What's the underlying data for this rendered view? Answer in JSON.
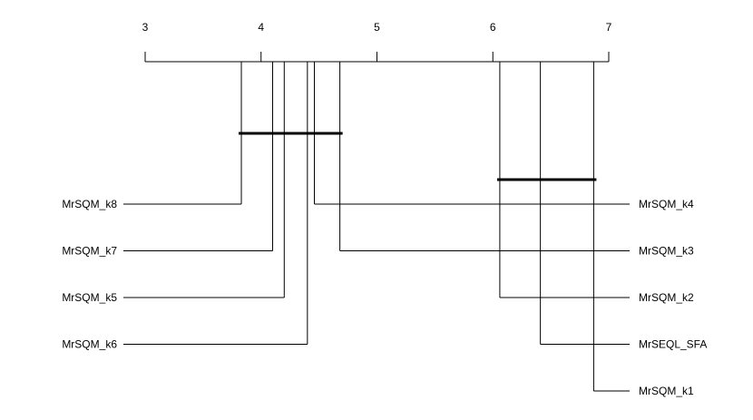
{
  "chart_data": {
    "type": "critical-difference",
    "title": "",
    "axis": {
      "min": 3,
      "max": 7,
      "ticks": [
        3,
        4,
        5,
        6,
        7
      ],
      "tick_labels": [
        "3",
        "4",
        "5",
        "6",
        "7"
      ],
      "grid": false
    },
    "methods": [
      {
        "name": "MrSQM_k8",
        "rank": 3.83,
        "side": "left"
      },
      {
        "name": "MrSQM_k7",
        "rank": 4.1,
        "side": "left"
      },
      {
        "name": "MrSQM_k5",
        "rank": 4.2,
        "side": "left"
      },
      {
        "name": "MrSQM_k6",
        "rank": 4.4,
        "side": "left"
      },
      {
        "name": "MrSQM_k4",
        "rank": 4.46,
        "side": "right"
      },
      {
        "name": "MrSQM_k3",
        "rank": 4.68,
        "side": "right"
      },
      {
        "name": "MrSQM_k2",
        "rank": 6.06,
        "side": "right"
      },
      {
        "name": "MrSEQL_SFA",
        "rank": 6.41,
        "side": "right"
      },
      {
        "name": "MrSQM_k1",
        "rank": 6.87,
        "side": "right"
      }
    ],
    "cliques": [
      {
        "from": 3.83,
        "to": 4.68
      },
      {
        "from": 6.06,
        "to": 6.87
      }
    ],
    "colors": {
      "line": "#000000",
      "background": "#ffffff"
    }
  }
}
